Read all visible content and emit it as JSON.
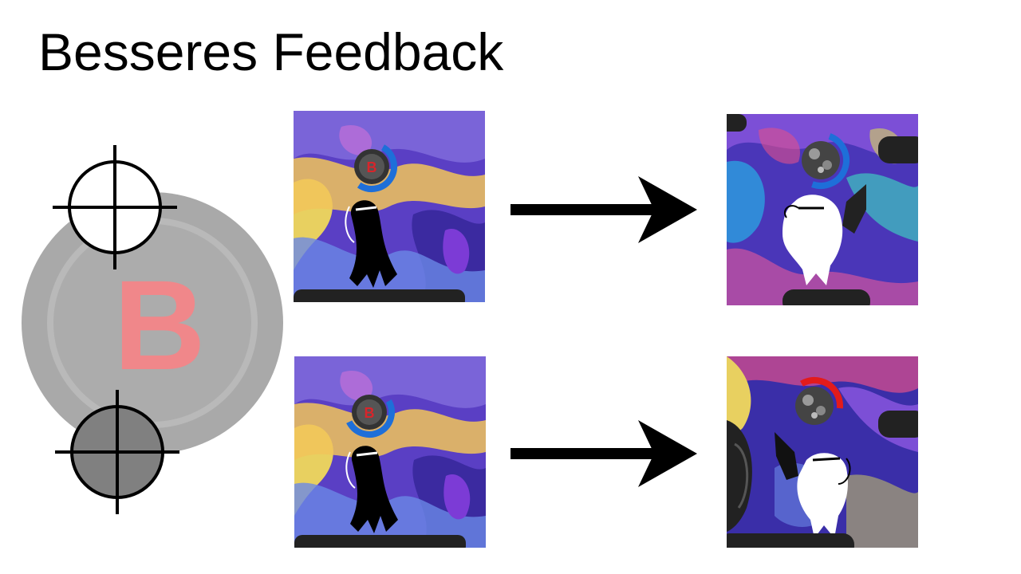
{
  "slide": {
    "title": "Besseres Feedback"
  },
  "button_icon": {
    "letter": "B",
    "letter_color": "#f0878a"
  },
  "crosshairs": [
    {
      "icon": "crosshair-icon",
      "fill": "#ffffff"
    },
    {
      "icon": "crosshair-icon",
      "fill": "#808080"
    }
  ],
  "rows": [
    {
      "before": {
        "marker": "button-b",
        "ring_color": "#1e6fd9"
      },
      "after": {
        "marker": "rock",
        "ring_color": "#1e6fd9"
      }
    },
    {
      "before": {
        "marker": "button-b",
        "ring_color": "#1e6fd9"
      },
      "after": {
        "marker": "rock",
        "ring_color": "#e31b1b"
      }
    }
  ]
}
